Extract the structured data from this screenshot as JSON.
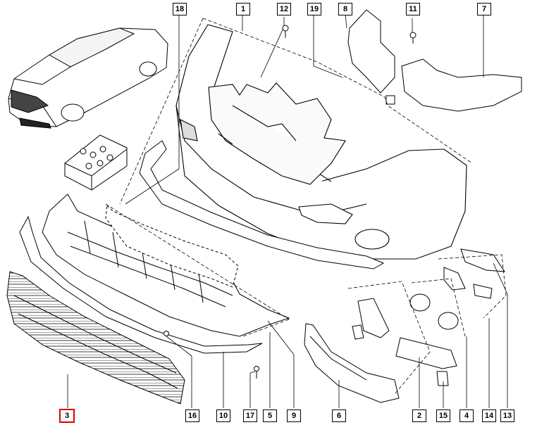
{
  "callouts": {
    "c1": "1",
    "c2": "2",
    "c3": "3",
    "c4": "4",
    "c5": "5",
    "c6": "6",
    "c7": "7",
    "c8": "8",
    "c9": "9",
    "c10": "10",
    "c11": "11",
    "c12": "12",
    "c13": "13",
    "c14": "14",
    "c15": "15",
    "c16": "16",
    "c17": "17",
    "c18": "18"
  },
  "selected_part": "3",
  "colors": {
    "line": "#000000",
    "selected_border": "#e00000",
    "background": "#ffffff"
  }
}
